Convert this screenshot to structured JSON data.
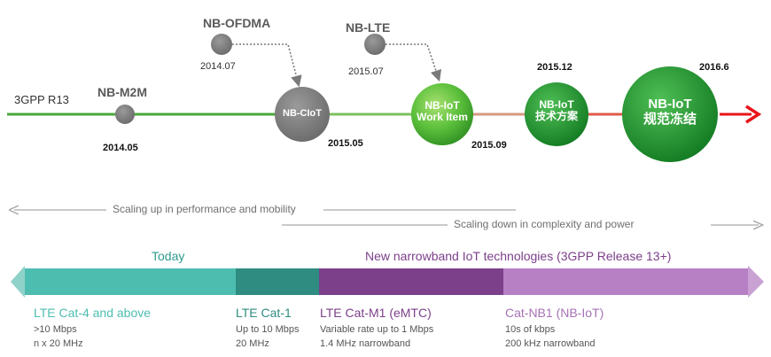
{
  "timeline": {
    "start_label": "3GPP R13",
    "milestones": [
      {
        "name": "NB-M2M",
        "date": "2014.05"
      },
      {
        "name": "NB-OFDMA",
        "date": "2014.07"
      },
      {
        "name": "NB-CIoT",
        "date": "2015.05"
      },
      {
        "name": "NB-LTE",
        "date": "2015.07"
      },
      {
        "name_line1": "NB-IoT",
        "name_line2": "Work Item",
        "date": "2015.09"
      },
      {
        "name_line1": "NB-IoT",
        "name_line2": "技术方案",
        "date": "2015.12"
      },
      {
        "name_line1": "NB-IoT",
        "name_line2": "规范冻结",
        "date": "2016.6"
      }
    ]
  },
  "scaling": {
    "up": "Scaling up in performance and mobility",
    "down": "Scaling down in complexity and power"
  },
  "band": {
    "today": "Today",
    "new": "New narrowband IoT technologies (3GPP Release 13+)",
    "categories": [
      {
        "title": "LTE Cat-4 and above",
        "detail1": ">10 Mbps",
        "detail2": "n x 20 MHz",
        "color": "#4dbdb0"
      },
      {
        "title": "LTE Cat-1",
        "detail1": "Up to 10 Mbps",
        "detail2": "20 MHz",
        "color": "#2e8c80"
      },
      {
        "title": "LTE Cat-M1 (eMTC)",
        "detail1": "Variable rate up to 1 Mbps",
        "detail2": "1.4 MHz narrowband",
        "color": "#7c3f8a"
      },
      {
        "title": "Cat-NB1 (NB-IoT)",
        "detail1": "10s of kbps",
        "detail2": "200 kHz narrowband",
        "color": "#b77fc4"
      }
    ]
  },
  "colors": {
    "timeline_green": "#48a83a",
    "timeline_salmon": "#d49a80",
    "arrow_red": "#e8141a",
    "gray_node": "#8a8a8a",
    "teal_text": "#2f9c8e",
    "purple_text": "#7c3f8a",
    "light_purple_text": "#a672b5"
  }
}
